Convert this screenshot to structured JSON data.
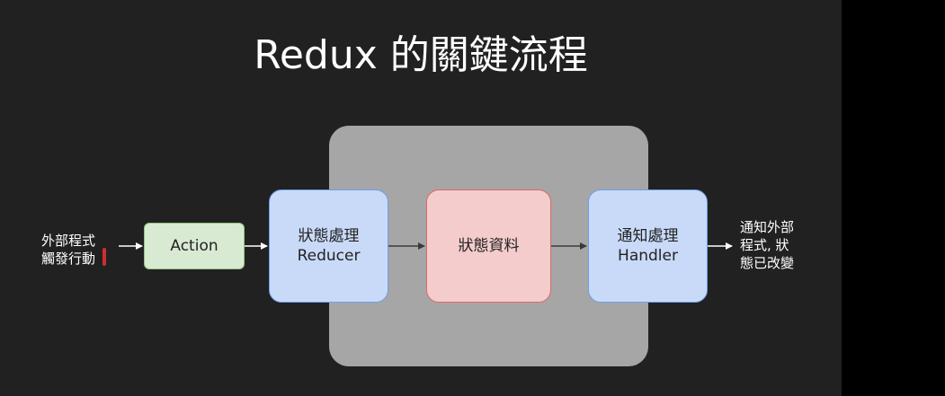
{
  "title": "Redux 的關鍵流程",
  "source_text": [
    "外部程式",
    "觸發行動"
  ],
  "action_box": "Action",
  "reducer_box": [
    "狀態處理",
    "Reducer"
  ],
  "state_box": "狀態資料",
  "handler_box": [
    "通知處理",
    "Handler"
  ],
  "result_text": [
    "通知外部",
    "程式, 狀",
    "態已改變"
  ],
  "colors": {
    "slide_background": "#212121",
    "store_background": "#a6a6a6",
    "action_fill": "#d9ead3",
    "action_border": "#93c47d",
    "processor_fill": "#c9daf8",
    "processor_border": "#6d9eeb",
    "state_fill": "#f4cccc",
    "state_border": "#e06666"
  }
}
